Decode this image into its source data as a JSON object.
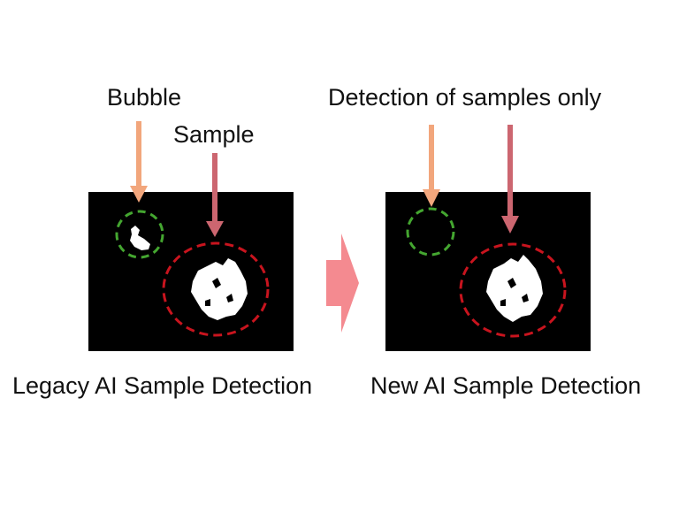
{
  "left_panel": {
    "label_bubble": "Bubble",
    "label_sample": "Sample",
    "caption": "Legacy AI Sample Detection"
  },
  "right_panel": {
    "label_detection": "Detection of samples only",
    "caption": "New AI Sample Detection"
  },
  "colors": {
    "bubble_arrow": "#f2a67c",
    "sample_arrow": "#cc6670",
    "bubble_circle": "#44a630",
    "sample_circle": "#c8141e",
    "transition_arrow": "#f48a90",
    "panel_bg": "#000000",
    "blob": "#ffffff"
  }
}
